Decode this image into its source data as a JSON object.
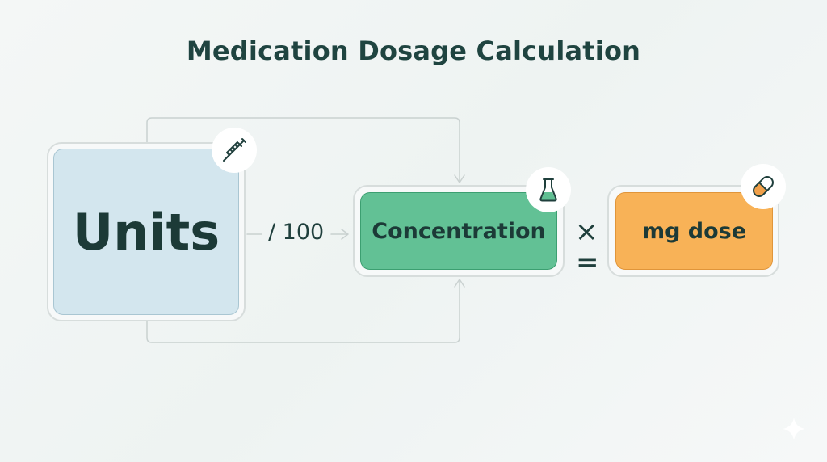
{
  "title": "Medication Dosage Calculation",
  "nodes": {
    "units": {
      "label": "Units",
      "color": "#d3e6ee",
      "icon": "syringe-icon"
    },
    "concentration": {
      "label": "Concentration",
      "color": "#62c195",
      "icon": "flask-icon"
    },
    "dose": {
      "label": "mg dose",
      "color": "#f8b257",
      "icon": "pill-icon"
    }
  },
  "operations": {
    "divide_label": "/ 100",
    "multiply_symbol": "×",
    "equals_symbol": "="
  },
  "watermark_icon": "sparkle-icon"
}
